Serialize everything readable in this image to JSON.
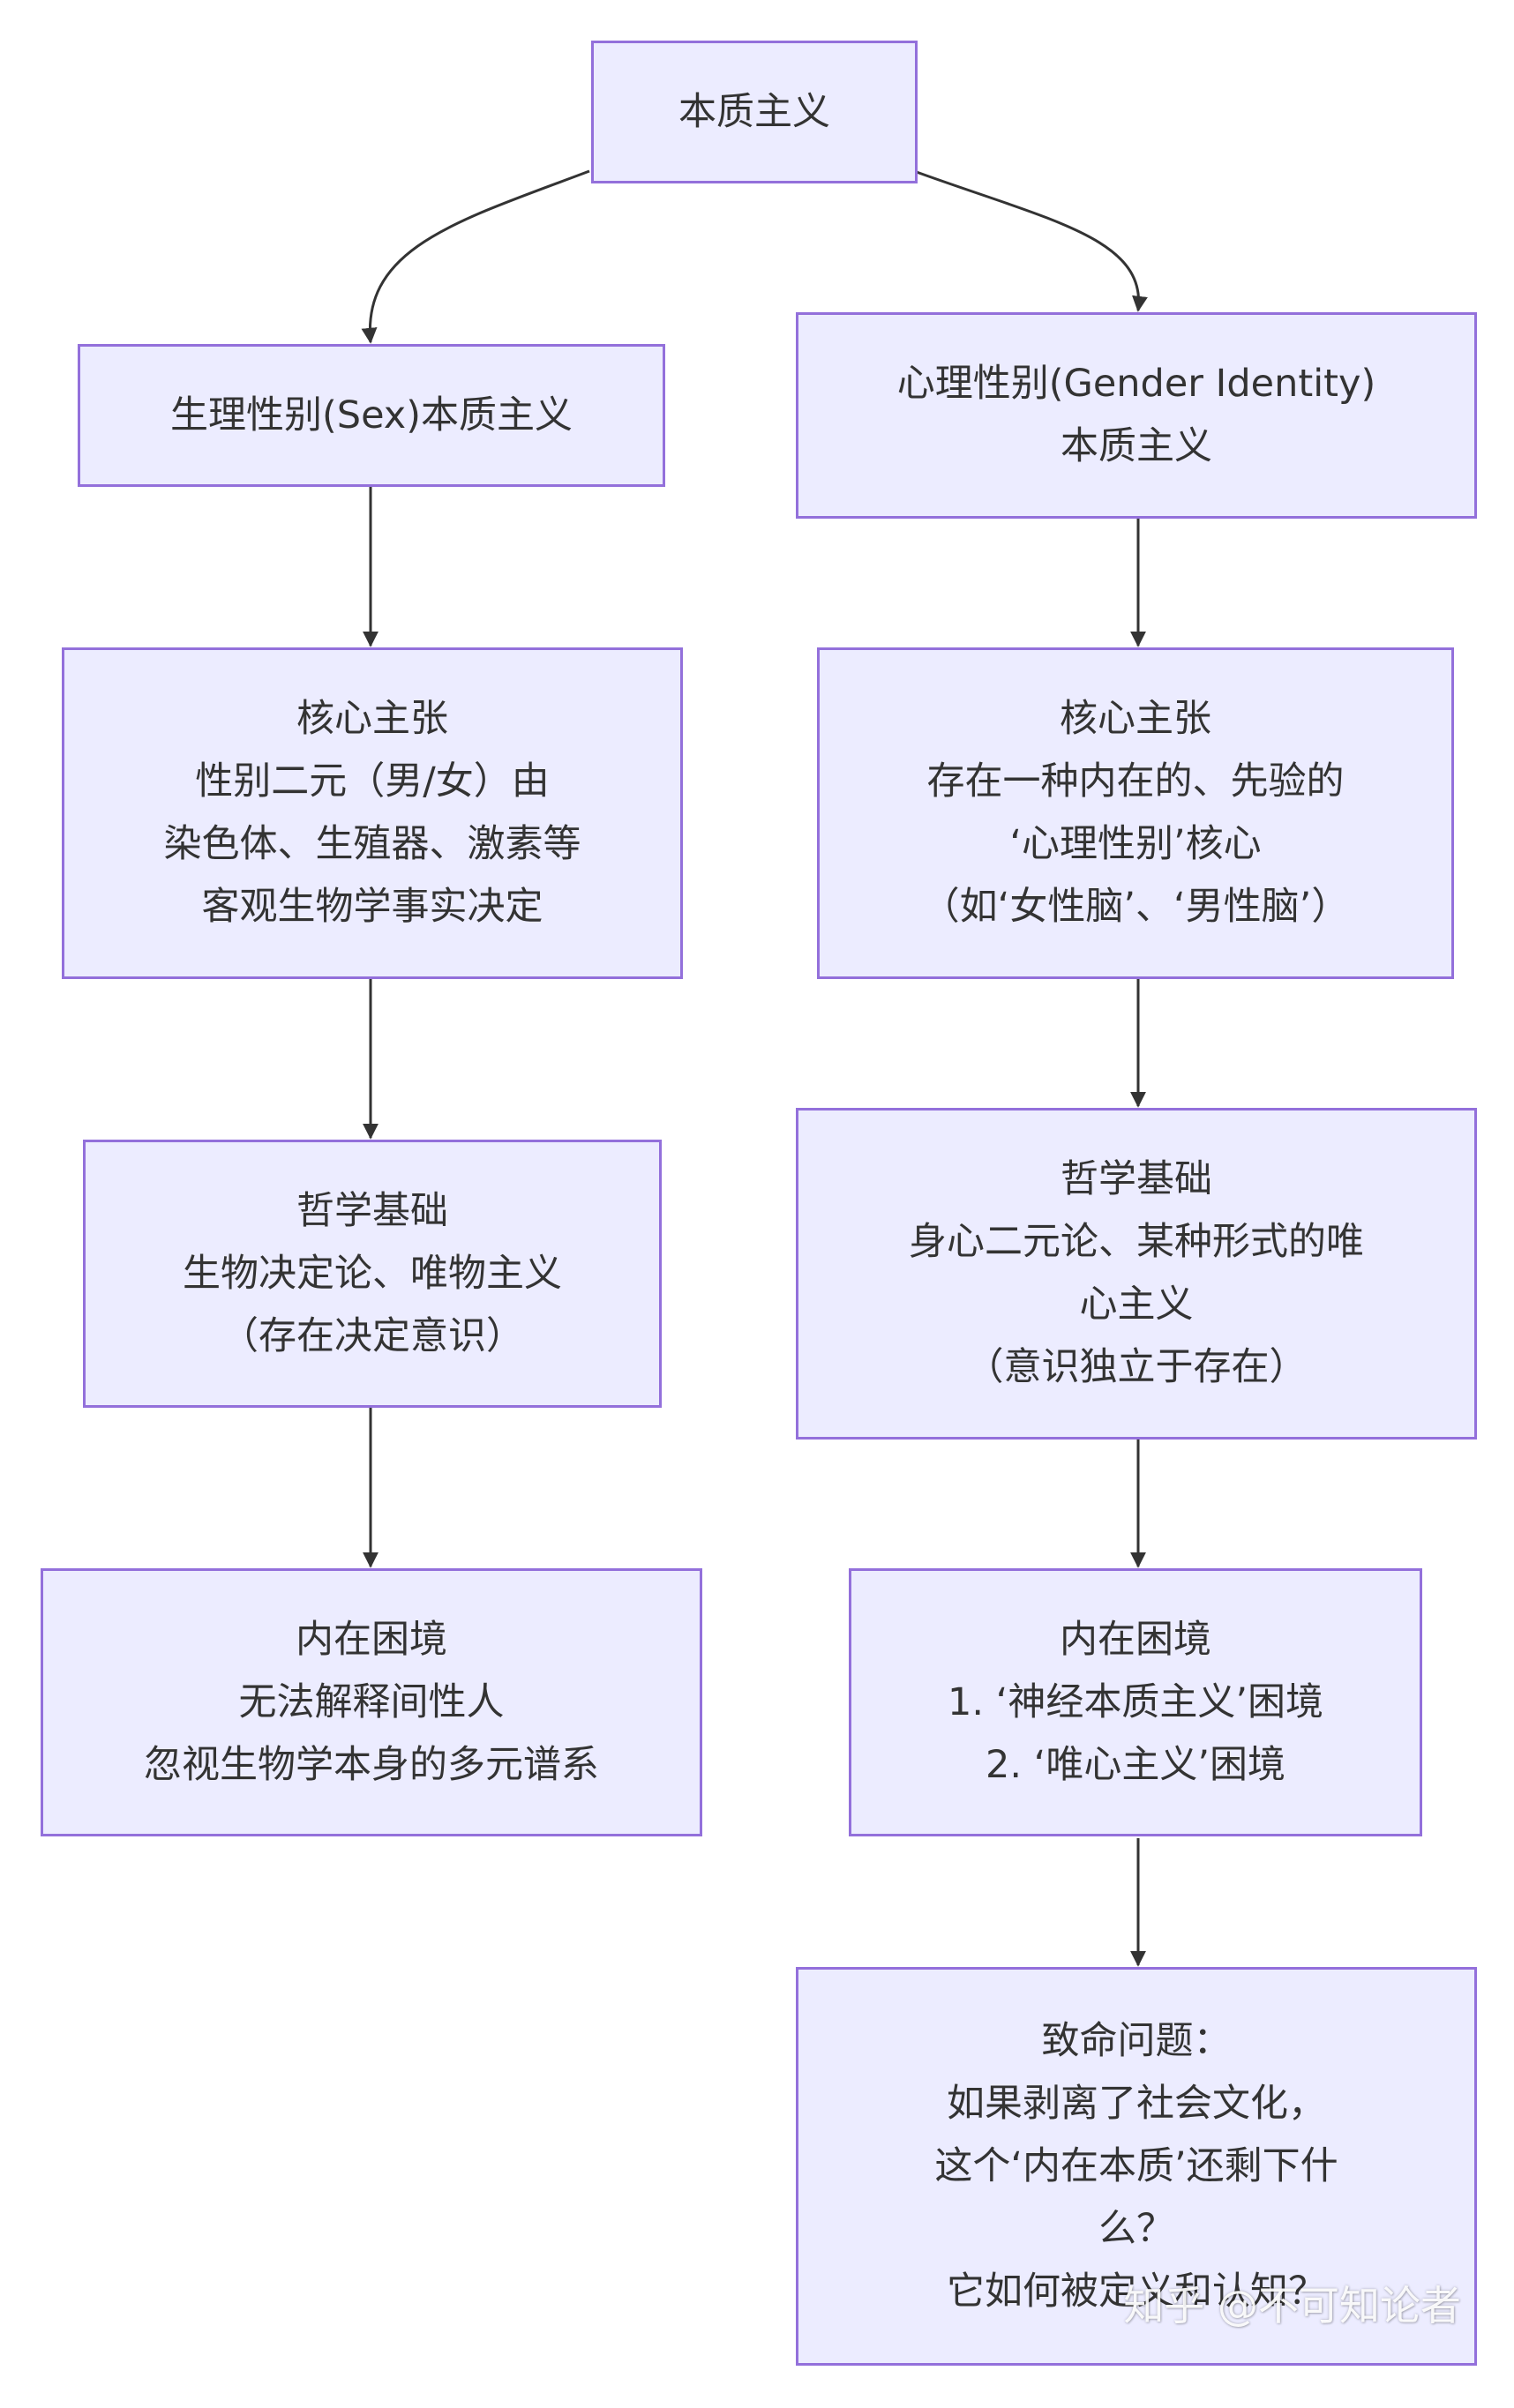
{
  "colors": {
    "node_fill": "#ececff",
    "node_border": "#9370db",
    "text": "#333333",
    "edge": "#333333"
  },
  "nodes": {
    "root": {
      "lines": [
        "本质主义"
      ]
    },
    "left_title": {
      "lines": [
        "生理性别(Sex)本质主义"
      ]
    },
    "left_claim": {
      "lines": [
        "核心主张",
        "性别二元（男/女）由",
        "染色体、生殖器、激素等",
        "客观生物学事实决定"
      ]
    },
    "left_basis": {
      "lines": [
        "哲学基础",
        "生物决定论、唯物主义",
        "（存在决定意识）"
      ]
    },
    "left_dilemma": {
      "lines": [
        "内在困境",
        "无法解释间性人",
        "忽视生物学本身的多元谱系"
      ]
    },
    "right_title": {
      "lines": [
        "心理性别(Gender Identity)",
        "本质主义"
      ]
    },
    "right_claim": {
      "lines": [
        "核心主张",
        "存在一种内在的、先验的",
        "‘心理性别’核心",
        "（如‘女性脑’、‘男性脑’）"
      ]
    },
    "right_basis": {
      "lines": [
        "哲学基础",
        "身心二元论、某种形式的唯",
        "心主义",
        "（意识独立于存在）"
      ]
    },
    "right_dilemma": {
      "lines": [
        "内在困境",
        "1. ‘神经本质主义’困境",
        "2. ‘唯心主义’困境"
      ]
    },
    "right_question": {
      "lines": [
        "致命问题：",
        "如果剥离了社会文化，",
        "这个‘内在本质’还剩下什",
        "么？",
        "它如何被定义和认知？"
      ]
    }
  },
  "watermark": "知乎 @不可知论者"
}
